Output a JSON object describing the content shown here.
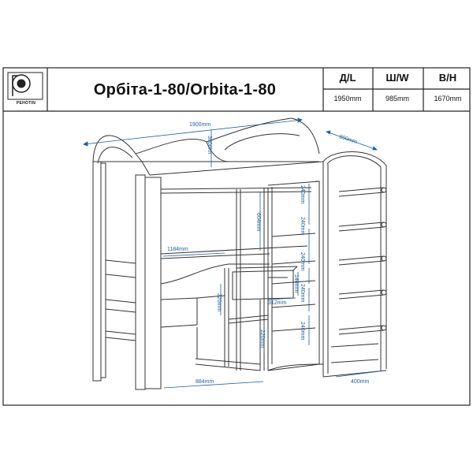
{
  "header": {
    "brand_text": "PEHOTIN",
    "title": "Орбіта-1-80/Orbita-1-80",
    "columns": [
      {
        "label": "Д/L",
        "value": "1950mm"
      },
      {
        "label": "Ш/W",
        "value": "985mm"
      },
      {
        "label": "В/H",
        "value": "1670mm"
      }
    ]
  },
  "diagram": {
    "dims": {
      "top_length": "1900mm",
      "depth": "800mm",
      "arch_height": "300mm",
      "desk_height": "604mm",
      "desk_width": "1184mm",
      "drawer_width": "312mm",
      "drawer_height": "146mm",
      "shelf_left_1": "220mm",
      "shelf_left_2": "220mm",
      "bottom_width": "884mm",
      "shelf_right_1": "240mm",
      "shelf_right_2": "240mm",
      "shelf_right_3": "240mm",
      "shelf_right_4": "240mm",
      "shelf_right_5": "240mm",
      "ladder_width": "400mm"
    },
    "colors": {
      "dimension": "#1f5f9a",
      "line": "#333333"
    }
  }
}
